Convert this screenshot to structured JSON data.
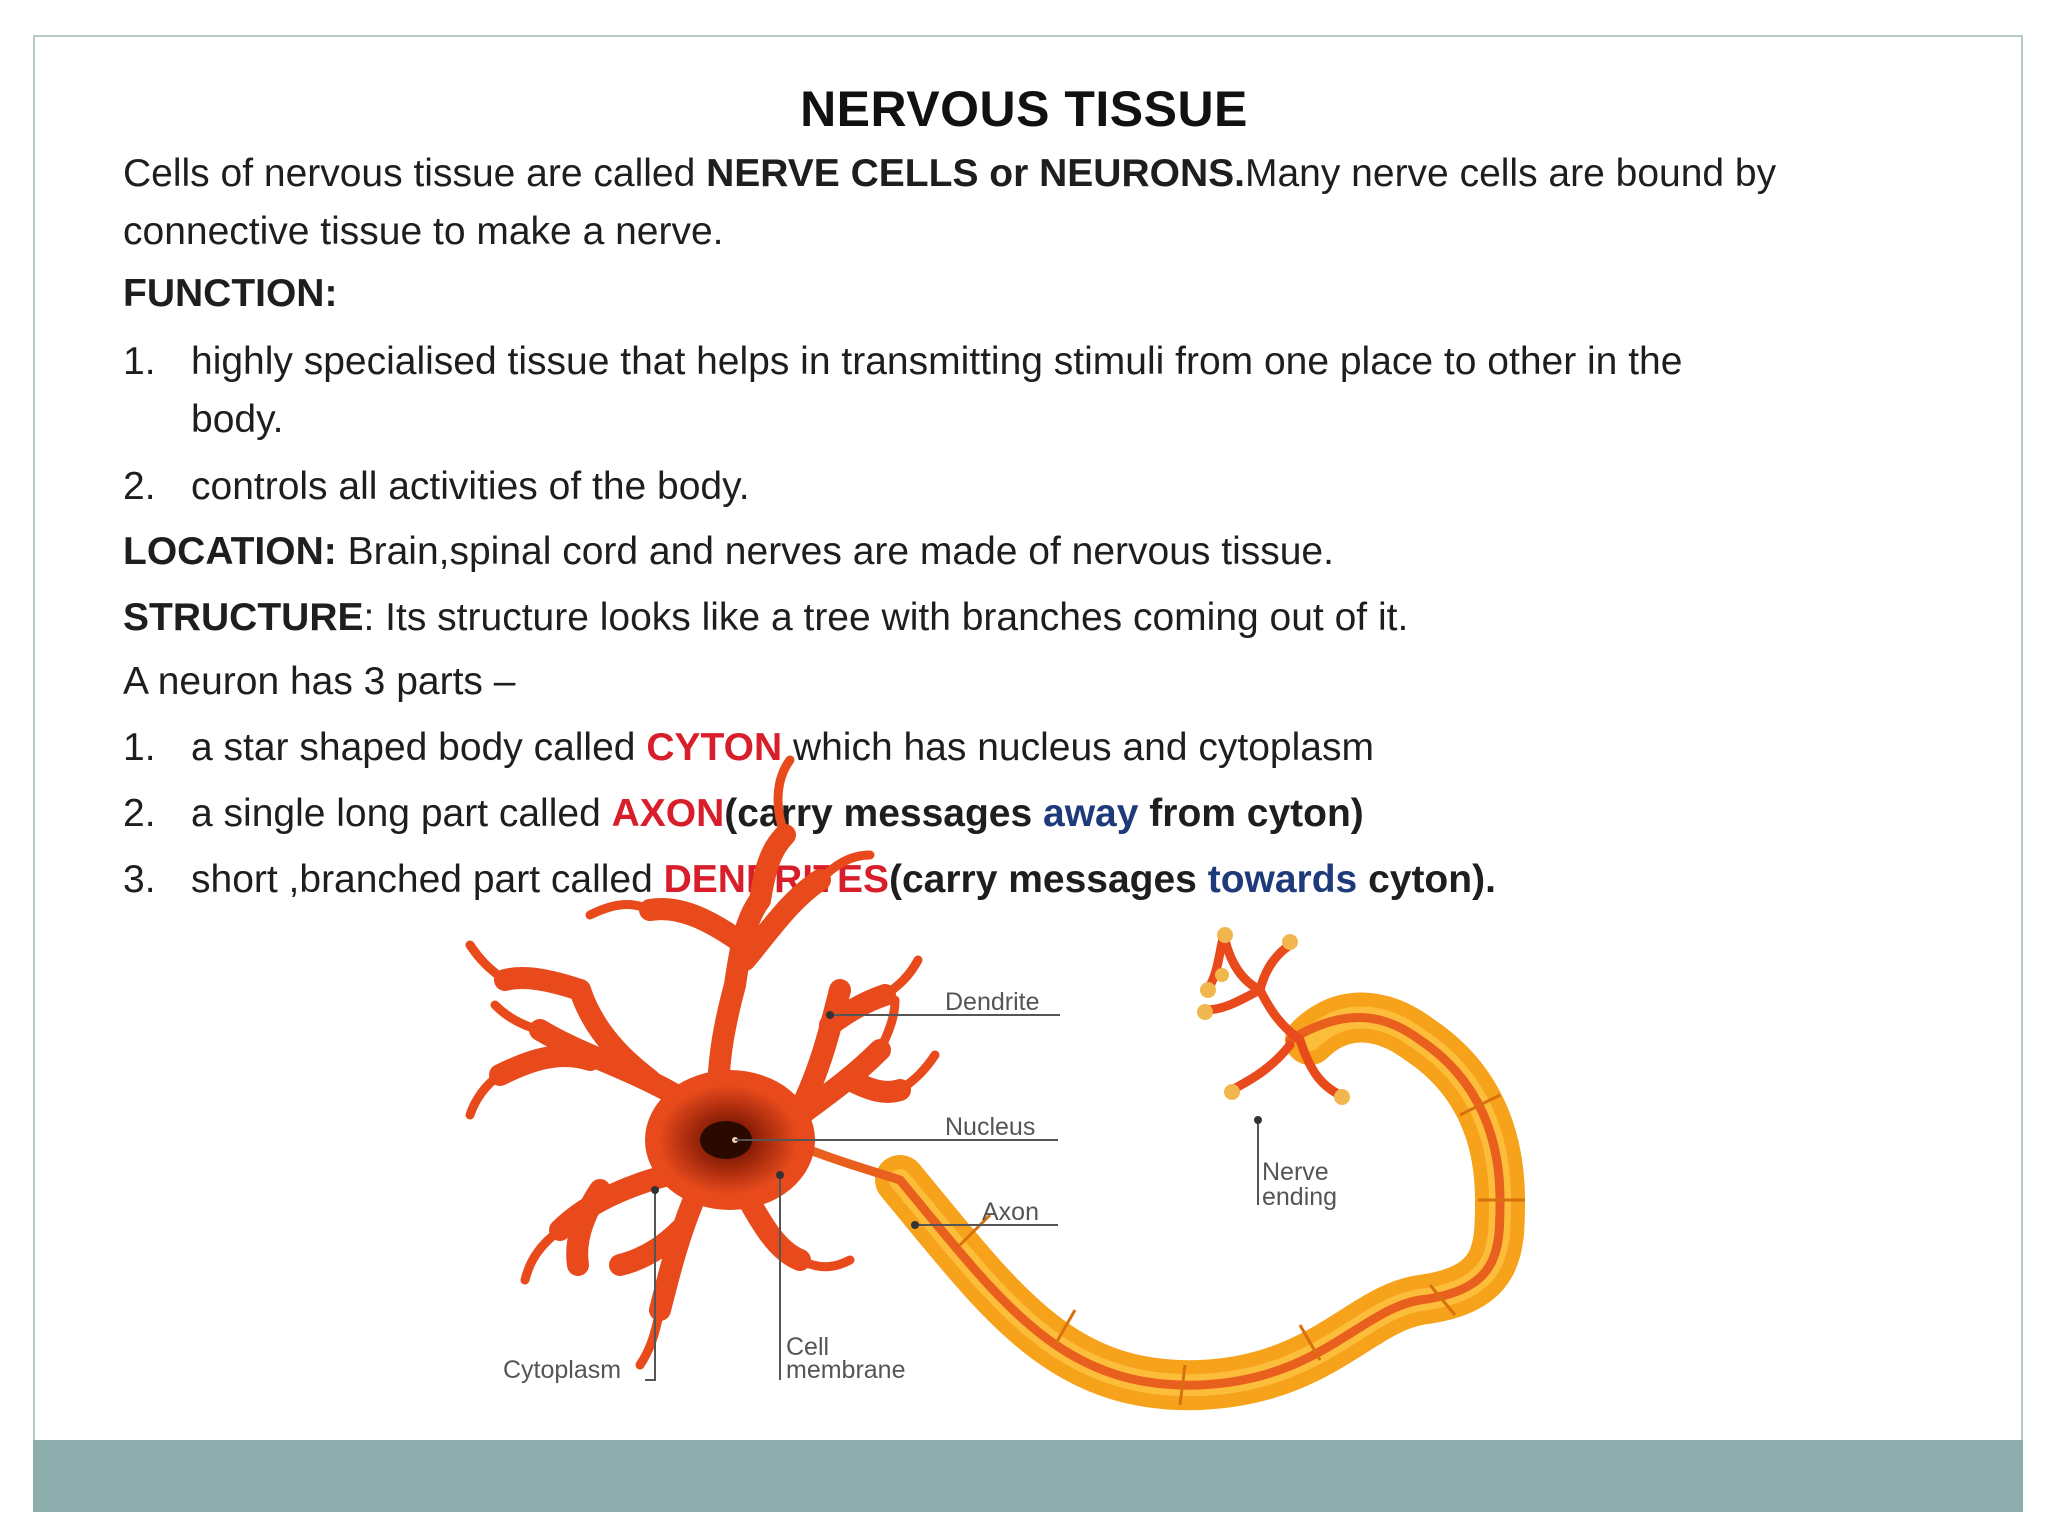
{
  "title": "NERVOUS TISSUE",
  "intro": {
    "pre": "Cells of nervous tissue are called ",
    "bold": "NERVE CELLS or NEURONS.",
    "post": "Many nerve cells are bound by",
    "line2": "connective tissue to make a nerve."
  },
  "function": {
    "heading": "FUNCTION:",
    "items": [
      {
        "num": "1.",
        "line1": "highly specialised  tissue that helps in transmitting stimuli from one place to other in the",
        "line2": "body."
      },
      {
        "num": "2.",
        "line1": "controls all activities of the body."
      }
    ]
  },
  "location": {
    "label": "LOCATION:",
    "text": " Brain,spinal cord and nerves are made of nervous tissue."
  },
  "structure": {
    "label": "STRUCTURE",
    "text": ": Its structure looks like a tree with branches coming out of it."
  },
  "parts_intro": "A neuron has 3 parts –",
  "parts": [
    {
      "num": "1.",
      "pre": "a star shaped body called ",
      "term": "CYTON",
      "post": " which has nucleus and cytoplasm"
    },
    {
      "num": "2.",
      "pre": "a single long part called ",
      "term": "AXON",
      "bold_a": "(carry messages ",
      "highlight": "away",
      "bold_b": " from cyton)"
    },
    {
      "num": "3.",
      "pre": "short ,branched part called ",
      "term": "DENDRITES",
      "bold_a": "(carry messages ",
      "highlight": "towards",
      "bold_b": " cyton)."
    }
  ],
  "diagram": {
    "labels": {
      "dendrite": "Dendrite",
      "nucleus": "Nucleus",
      "axon": "Axon",
      "nerve_ending_1": "Nerve",
      "nerve_ending_2": "ending",
      "cytoplasm": "Cytoplasm",
      "cell_membrane_1": "Cell",
      "cell_membrane_2": "membrane"
    },
    "colors": {
      "neuron_body": "#e84a1c",
      "axon_sheath": "#f7a21b",
      "sheath_light": "#fcc542",
      "nucleus": "#2a0a00"
    }
  },
  "colors": {
    "term_red": "#d81e2a",
    "highlight_blue": "#1f3a7a",
    "footer_bar": "#8eadad",
    "slide_border": "#b9c8c8"
  }
}
